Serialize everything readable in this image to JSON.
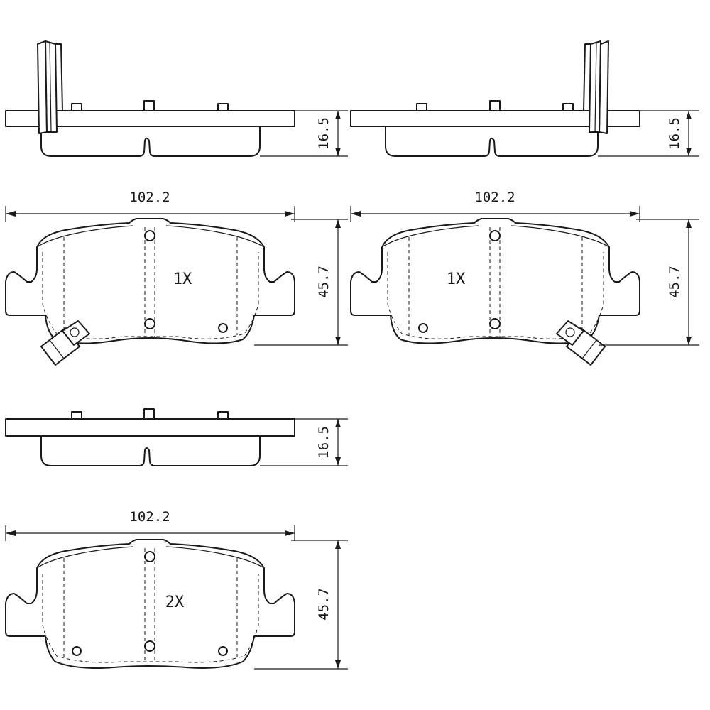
{
  "views": {
    "side_top_left": {
      "dimension": "16.5"
    },
    "side_top_right": {
      "dimension": "16.5"
    },
    "side_bottom": {
      "dimension": "16.5"
    },
    "front_top_left": {
      "width": "102.2",
      "height": "45.7",
      "quantity": "1X"
    },
    "front_top_right": {
      "width": "102.2",
      "height": "45.7",
      "quantity": "1X"
    },
    "front_bottom": {
      "width": "102.2",
      "height": "45.7",
      "quantity": "2X"
    }
  }
}
